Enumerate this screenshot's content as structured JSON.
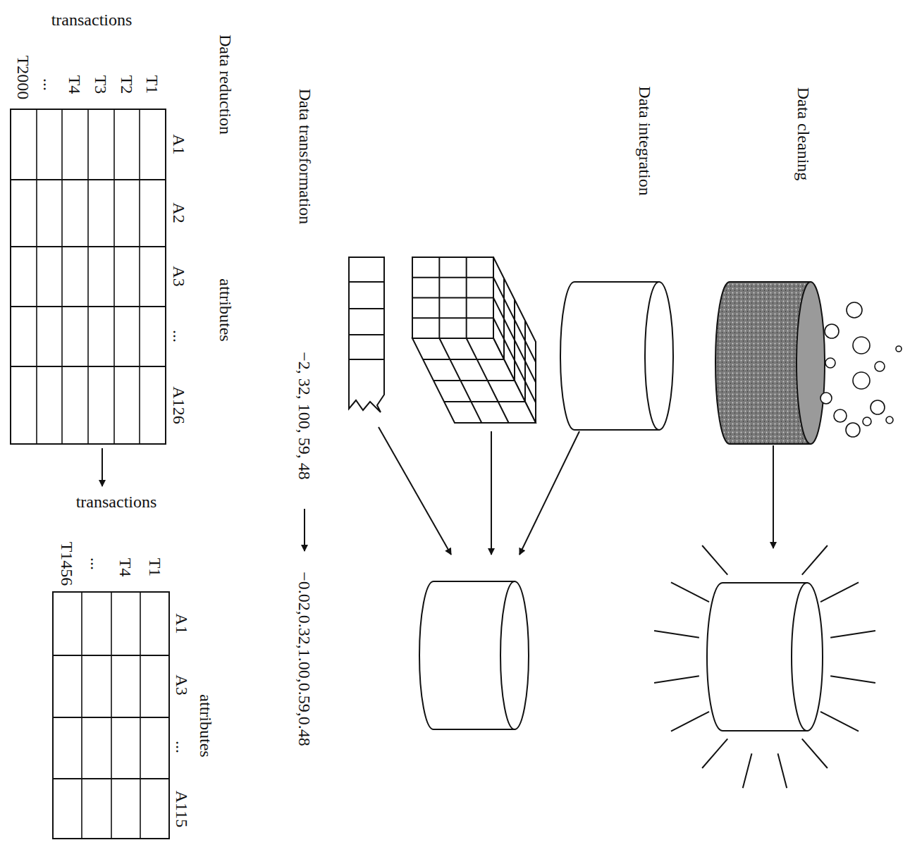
{
  "diagram": {
    "labels": [
      "Data cleaning",
      "Data integration",
      "Data transformation",
      "−2, 32, 100, 59, 48",
      "−0.02,0.32,1.00,0.59,0.48",
      "Data reduction",
      "attributes",
      "transactions",
      "A1",
      "A2",
      "A3",
      "...",
      "A126",
      "T1",
      "T2",
      "T3",
      "T4",
      "...",
      "T2000",
      "transactions",
      "T1",
      "T4",
      "...",
      "T1456",
      "attributes",
      "A1",
      "A3",
      "...",
      "A115"
    ]
  }
}
